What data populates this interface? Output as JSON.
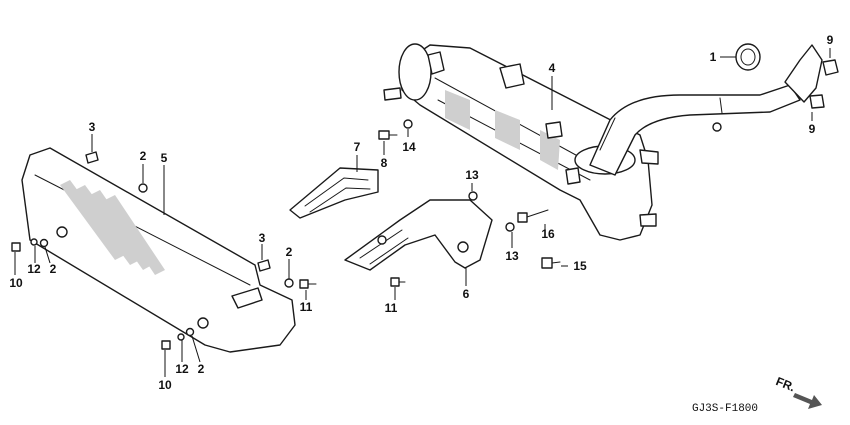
{
  "diagram": {
    "drawing_code": "GJ3S-F1800",
    "direction_label": "FR.",
    "callouts": [
      "1",
      "2",
      "2",
      "2",
      "2",
      "3",
      "3",
      "4",
      "5",
      "6",
      "7",
      "8",
      "9",
      "9",
      "10",
      "10",
      "11",
      "11",
      "12",
      "12",
      "13",
      "13",
      "14",
      "15",
      "16"
    ]
  }
}
